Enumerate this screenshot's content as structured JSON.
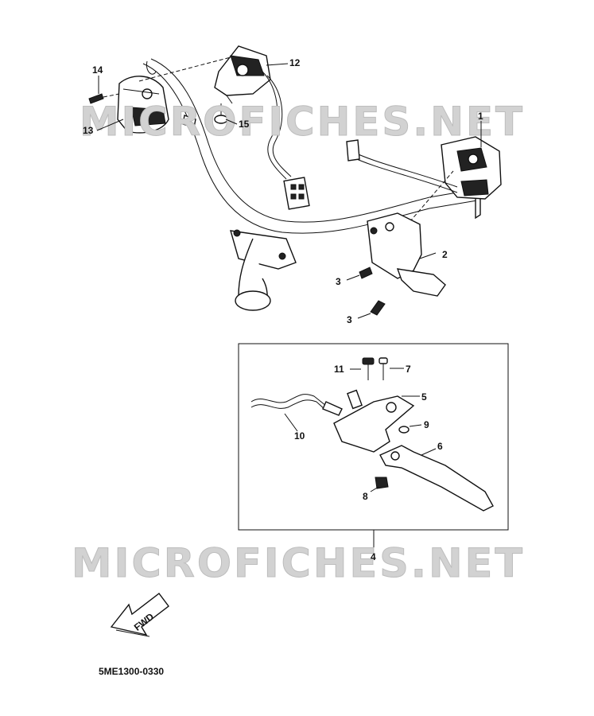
{
  "watermarks": [
    "MICROFICHES.NET",
    "MICROFICHES.NET"
  ],
  "callouts": {
    "c1": "1",
    "c2": "2",
    "c3a": "3",
    "c3b": "3",
    "c4": "4",
    "c5": "5",
    "c6": "6",
    "c7": "7",
    "c8": "8",
    "c9": "9",
    "c10": "10",
    "c11": "11",
    "c12": "12",
    "c13": "13",
    "c14": "14",
    "c15": "15"
  },
  "fwd_label": "FWD",
  "diagram_code": "5ME1300-0330",
  "colors": {
    "line": "#111111",
    "watermark": "#d2d2d2",
    "background": "#ffffff"
  }
}
